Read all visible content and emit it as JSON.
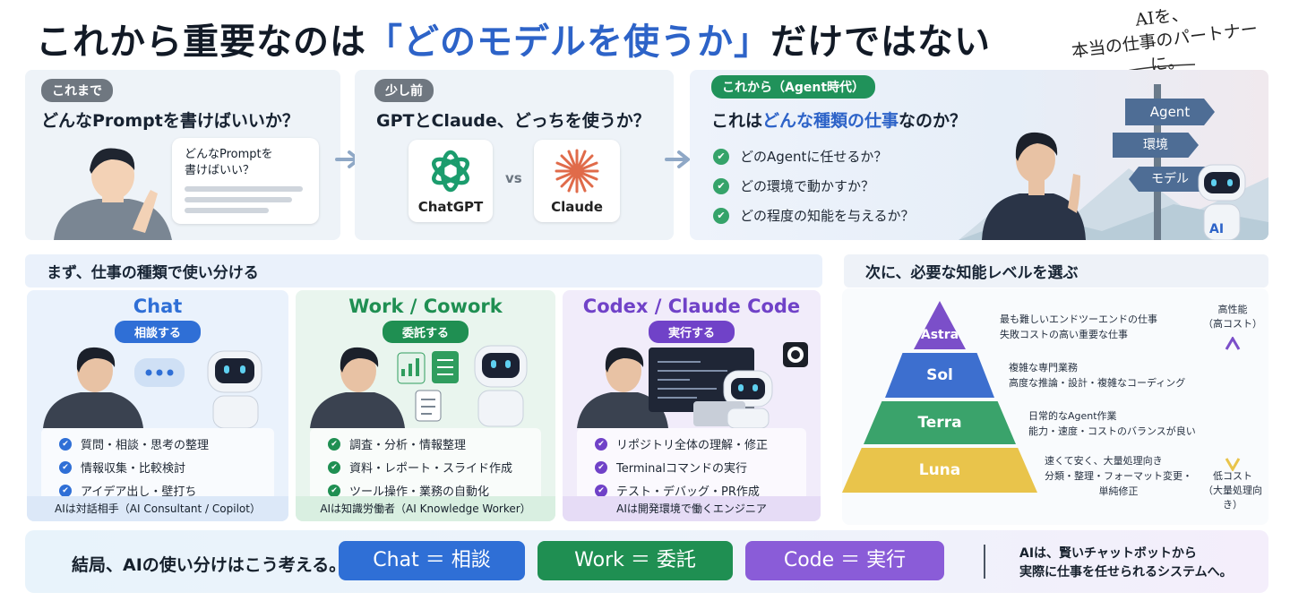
{
  "title": {
    "pre": "これから重要なのは",
    "highlight": "「どのモデルを使うか」",
    "post": "だけではない"
  },
  "handnote": {
    "line1": "AIを、",
    "line2": "本当の仕事のパートナーに。"
  },
  "stages": {
    "past": {
      "tag": "これまで",
      "question": "どんなPromptを書けばいいか？",
      "bubble_line1": "どんなPromptを",
      "bubble_line2": "書けばいい？"
    },
    "recent": {
      "tag": "少し前",
      "question": "GPTとClaude、どっちを使うか？",
      "logo1": "ChatGPT",
      "vs": "vs",
      "logo2": "Claude"
    },
    "future": {
      "tag": "これから（Agent時代）",
      "q_pre": "これは",
      "q_hl": "どんな種類の仕事",
      "q_post": "なのか？",
      "checks": [
        "どのAgentに任せるか？",
        "どの環境で動かすか？",
        "どの程度の知能を与えるか？"
      ],
      "signs": [
        "Agent",
        "環境",
        "モデル"
      ],
      "robot_label": "AI"
    }
  },
  "section_left": "まず、仕事の種類で使い分ける",
  "section_right": "次に、必要な知能レベルを選ぶ",
  "columns": [
    {
      "title": "Chat",
      "pill": "相談する",
      "items": [
        "質問・相談・思考の整理",
        "情報収集・比較検討",
        "アイデア出し・壁打ち"
      ],
      "footer": "AIは対話相手（AI Consultant / Copilot）",
      "color": "#2f6fd6",
      "bg": "#eaf2fc",
      "foot_bg": "#dce8f8"
    },
    {
      "title": "Work / Cowork",
      "pill": "委託する",
      "items": [
        "調査・分析・情報整理",
        "資料・レポート・スライド作成",
        "ツール操作・業務の自動化"
      ],
      "footer": "AIは知識労働者（AI Knowledge Worker）",
      "color": "#1f8f52",
      "bg": "#e9f5ee",
      "foot_bg": "#d9efe1"
    },
    {
      "title": "Codex / Claude Code",
      "pill": "実行する",
      "items": [
        "リポジトリ全体の理解・修正",
        "Terminalコマンドの実行",
        "テスト・デバッグ・PR作成"
      ],
      "footer": "AIは開発環境で働くエンジニア",
      "color": "#7042c8",
      "bg": "#f1ecfa",
      "foot_bg": "#e6dcf6"
    }
  ],
  "levels": [
    {
      "name": "Astra",
      "desc": [
        "最も難しいエンドツーエンドの仕事",
        "失敗コストの高い重要な仕事"
      ],
      "color": "#7b4fc9"
    },
    {
      "name": "Sol",
      "desc": [
        "複雑な専門業務",
        "高度な推論・設計・複雑なコーディング"
      ],
      "color": "#3d6fcf"
    },
    {
      "name": "Terra",
      "desc": [
        "日常的なAgent作業",
        "能力・速度・コストのバランスが良い"
      ],
      "color": "#3aa36b"
    },
    {
      "name": "Luna",
      "desc": [
        "速くて安く、大量処理向き",
        "分類・整理・フォーマット変更・",
        "単純修正"
      ],
      "color": "#e9c44b"
    }
  ],
  "scale": {
    "high": "高性能",
    "high_sub": "（高コスト）",
    "low": "低コスト",
    "low_sub": "（大量処理向き）"
  },
  "bottom": {
    "lead": "結局、AIの使い分けはこう考える。",
    "chat": "Chat ＝ 相談",
    "work": "Work ＝ 委託",
    "code": "Code ＝ 実行",
    "tail1": "AIは、賢いチャットボットから",
    "tail2": "実際に仕事を任せられるシステムへ。"
  },
  "colors": {
    "blue": "#2f6fd6",
    "green": "#1f8f52",
    "purple": "#7042c8",
    "accent": "#2d63c8"
  }
}
